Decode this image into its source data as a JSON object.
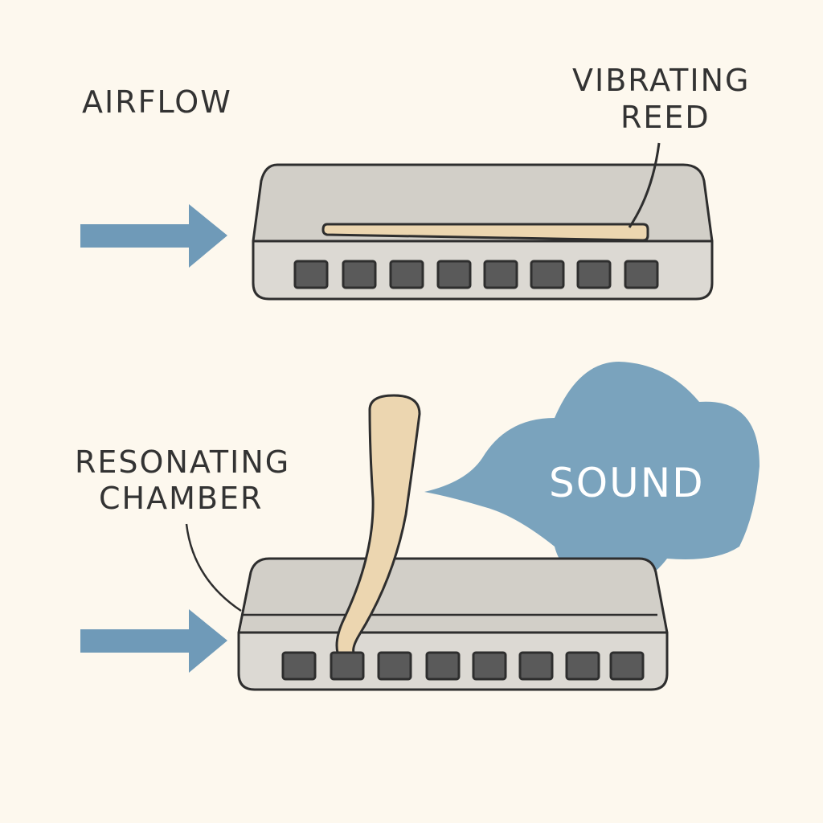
{
  "labels": {
    "airflow": "AIRFLOW",
    "reed_line1": "VIBRATING",
    "reed_line2": "REED",
    "chamber_line1": "RESONATING",
    "chamber_line2": "CHAMBER",
    "sound": "SOUND"
  },
  "colors": {
    "background": "#fdf8ee",
    "body": "#d2cfc8",
    "band": "#dcd9d3",
    "hole": "#5a5a5a",
    "outline": "#2e2e2e",
    "reed": "#ecd6b0",
    "airflow_arrow": "#6f9ab8",
    "sound_cloud": "#7aa3bd"
  },
  "hole_count": 8
}
